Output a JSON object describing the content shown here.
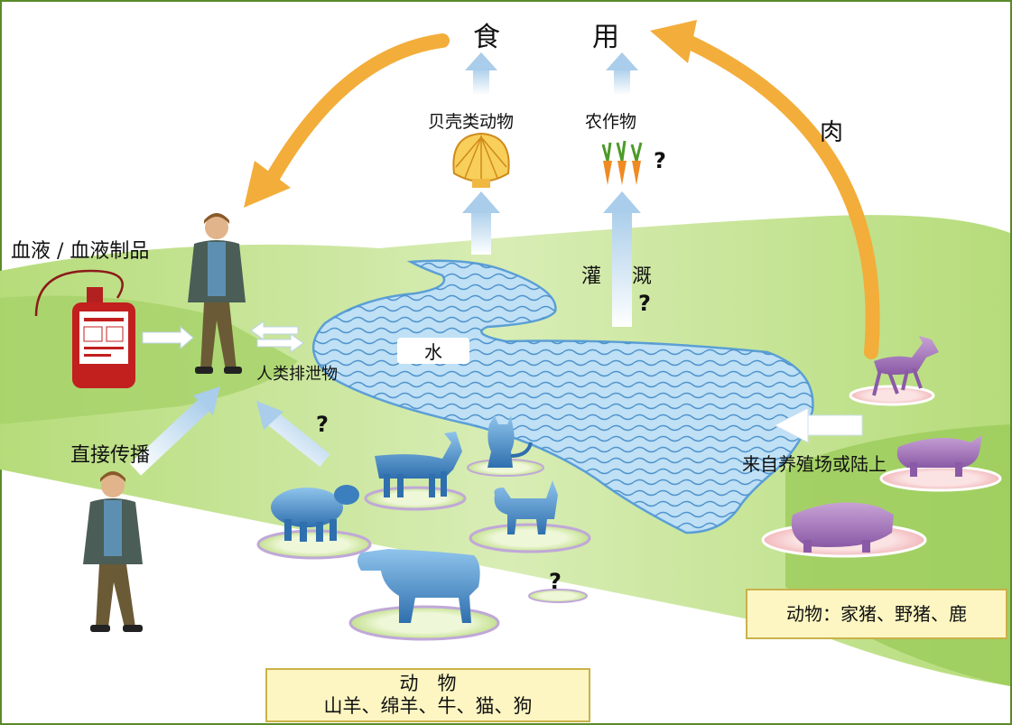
{
  "top_label": {
    "part1": "食",
    "part2": "用"
  },
  "meat_label": "肉",
  "shellfish_label": "贝壳类动物",
  "crops_label": "农作物",
  "irrigation_label": {
    "part1": "灌",
    "part2": "溉"
  },
  "water_label": "水",
  "blood_label": "血液 / 血液制品",
  "excreta_label": "人类排泄物",
  "direct_label": "直接传播",
  "farm_label": "来自养殖场或陆上",
  "animals_box": {
    "line1": "动　物",
    "line2": "山羊、绵羊、牛、猫、狗"
  },
  "wild_box": "动物：家猪、野猪、鹿",
  "question_mark": "?",
  "colors": {
    "orange_arrow": "#f3ad3a",
    "blue_arrow": "#a9cdea",
    "land_green": "#a9d46a",
    "river_blue": "#8cc2e6",
    "frame_green": "#5a8a2a",
    "box_fill": "#fdf6c2"
  }
}
